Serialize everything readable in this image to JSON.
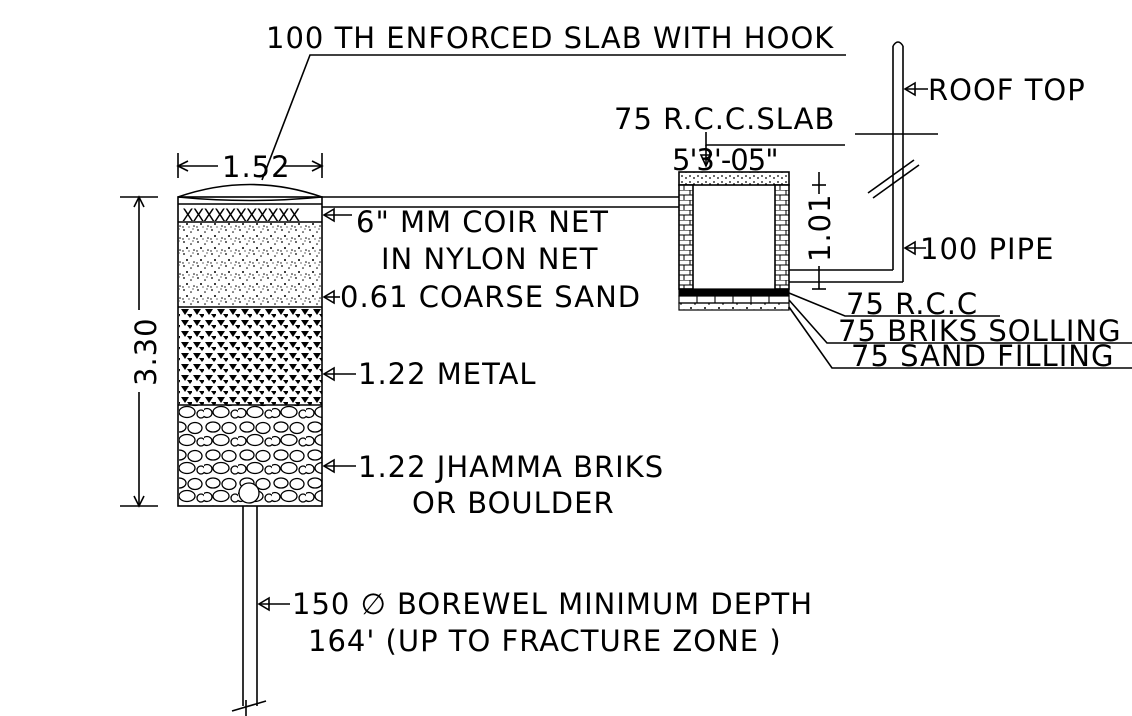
{
  "drawing": {
    "labels": {
      "enforced_slab": "100 TH ENFORCED SLAB WITH HOOK",
      "roof_top": "ROOF TOP",
      "rcc_slab": "75 R.C.C.SLAB",
      "chamber_width": "5'3'-05\"",
      "chamber_depth": "1.01",
      "pipe": "100 PIPE",
      "rcc": "75 R.C.C",
      "briks_solling": "75 BRIKS SOLLING",
      "sand_filling": "75 SAND FILLING",
      "pit_width": "1.52",
      "pit_depth": "3.30",
      "coir_net_1": "6\" MM COIR NET",
      "coir_net_2": "IN NYLON NET",
      "coarse_sand": "0.61 COARSE SAND",
      "metal": "1.22 METAL",
      "jhamma_1": "1.22 JHAMMA BRIKS",
      "jhamma_2": "OR BOULDER",
      "borewell_1": "150  ∅ BOREWEL MINIMUM DEPTH",
      "borewell_2": "164' (UP TO FRACTURE ZONE )"
    }
  }
}
